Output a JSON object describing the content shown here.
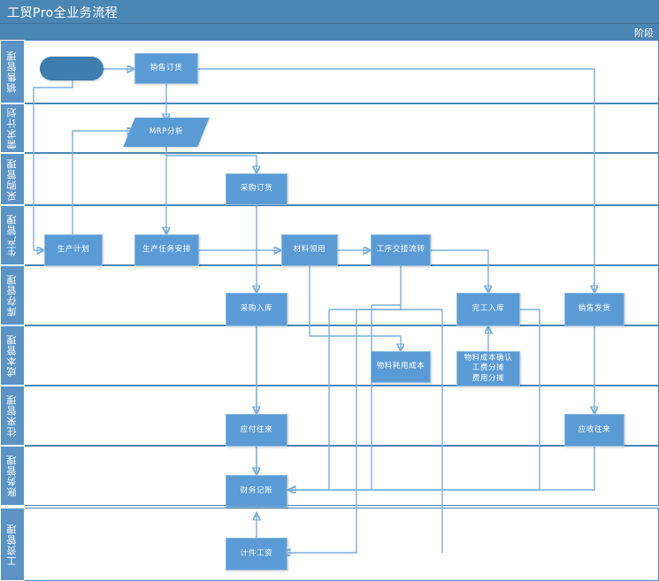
{
  "header": {
    "title": "工贸Pro全业务流程",
    "phase_label": "阶段"
  },
  "lanes": [
    {
      "id": "sales",
      "label": "销售管理"
    },
    {
      "id": "demand",
      "label": "需求计划"
    },
    {
      "id": "purchase",
      "label": "采购管理"
    },
    {
      "id": "production",
      "label": "生产管理"
    },
    {
      "id": "inventory",
      "label": "库存管理"
    },
    {
      "id": "cost",
      "label": "成本管理"
    },
    {
      "id": "ar_ap",
      "label": "往来管理"
    },
    {
      "id": "finance",
      "label": "账务管理"
    },
    {
      "id": "payroll",
      "label": "工资管理"
    }
  ],
  "nodes": [
    {
      "id": "start",
      "label": "",
      "lane": "sales",
      "shape": "terminator"
    },
    {
      "id": "sales_order",
      "label": "销售订货",
      "lane": "sales",
      "shape": "process"
    },
    {
      "id": "mrp",
      "label": "MRP分析",
      "lane": "demand",
      "shape": "parallelogram"
    },
    {
      "id": "po",
      "label": "采购订货",
      "lane": "purchase",
      "shape": "process"
    },
    {
      "id": "prod_plan",
      "label": "生产计划",
      "lane": "production",
      "shape": "process"
    },
    {
      "id": "prod_task",
      "label": "生产任务安排",
      "lane": "production",
      "shape": "process"
    },
    {
      "id": "mat_issue",
      "label": "材料领用",
      "lane": "production",
      "shape": "process"
    },
    {
      "id": "wip_move",
      "label": "工序交接流转",
      "lane": "production",
      "shape": "process"
    },
    {
      "id": "po_in",
      "label": "采购入库",
      "lane": "inventory",
      "shape": "process"
    },
    {
      "id": "fg_in",
      "label": "完工入库",
      "lane": "inventory",
      "shape": "process"
    },
    {
      "id": "ship",
      "label": "销售发货",
      "lane": "inventory",
      "shape": "process"
    },
    {
      "id": "mat_cost",
      "label": "物料耗用成本",
      "lane": "cost",
      "shape": "process"
    },
    {
      "id": "cost_alloc",
      "label": "物料成本确认\n工费分摊\n费用分摊",
      "lane": "cost",
      "shape": "process"
    },
    {
      "id": "ap",
      "label": "应付往来",
      "lane": "ar_ap",
      "shape": "process"
    },
    {
      "id": "ar",
      "label": "应收往来",
      "lane": "ar_ap",
      "shape": "process"
    },
    {
      "id": "bookkeeping",
      "label": "财务记账",
      "lane": "finance",
      "shape": "process"
    },
    {
      "id": "piece_wage",
      "label": "计件工资",
      "lane": "payroll",
      "shape": "process"
    }
  ],
  "colors": {
    "header_blue": "#4A86B4",
    "lane_header_blue": "#5B93C5",
    "node_fill": "#5B9BD5",
    "terminator_fill": "#3E7DB0",
    "connector": "#7BAFDB",
    "lane_border": "#4A86B4",
    "page_bg": "#FFFFFF"
  }
}
